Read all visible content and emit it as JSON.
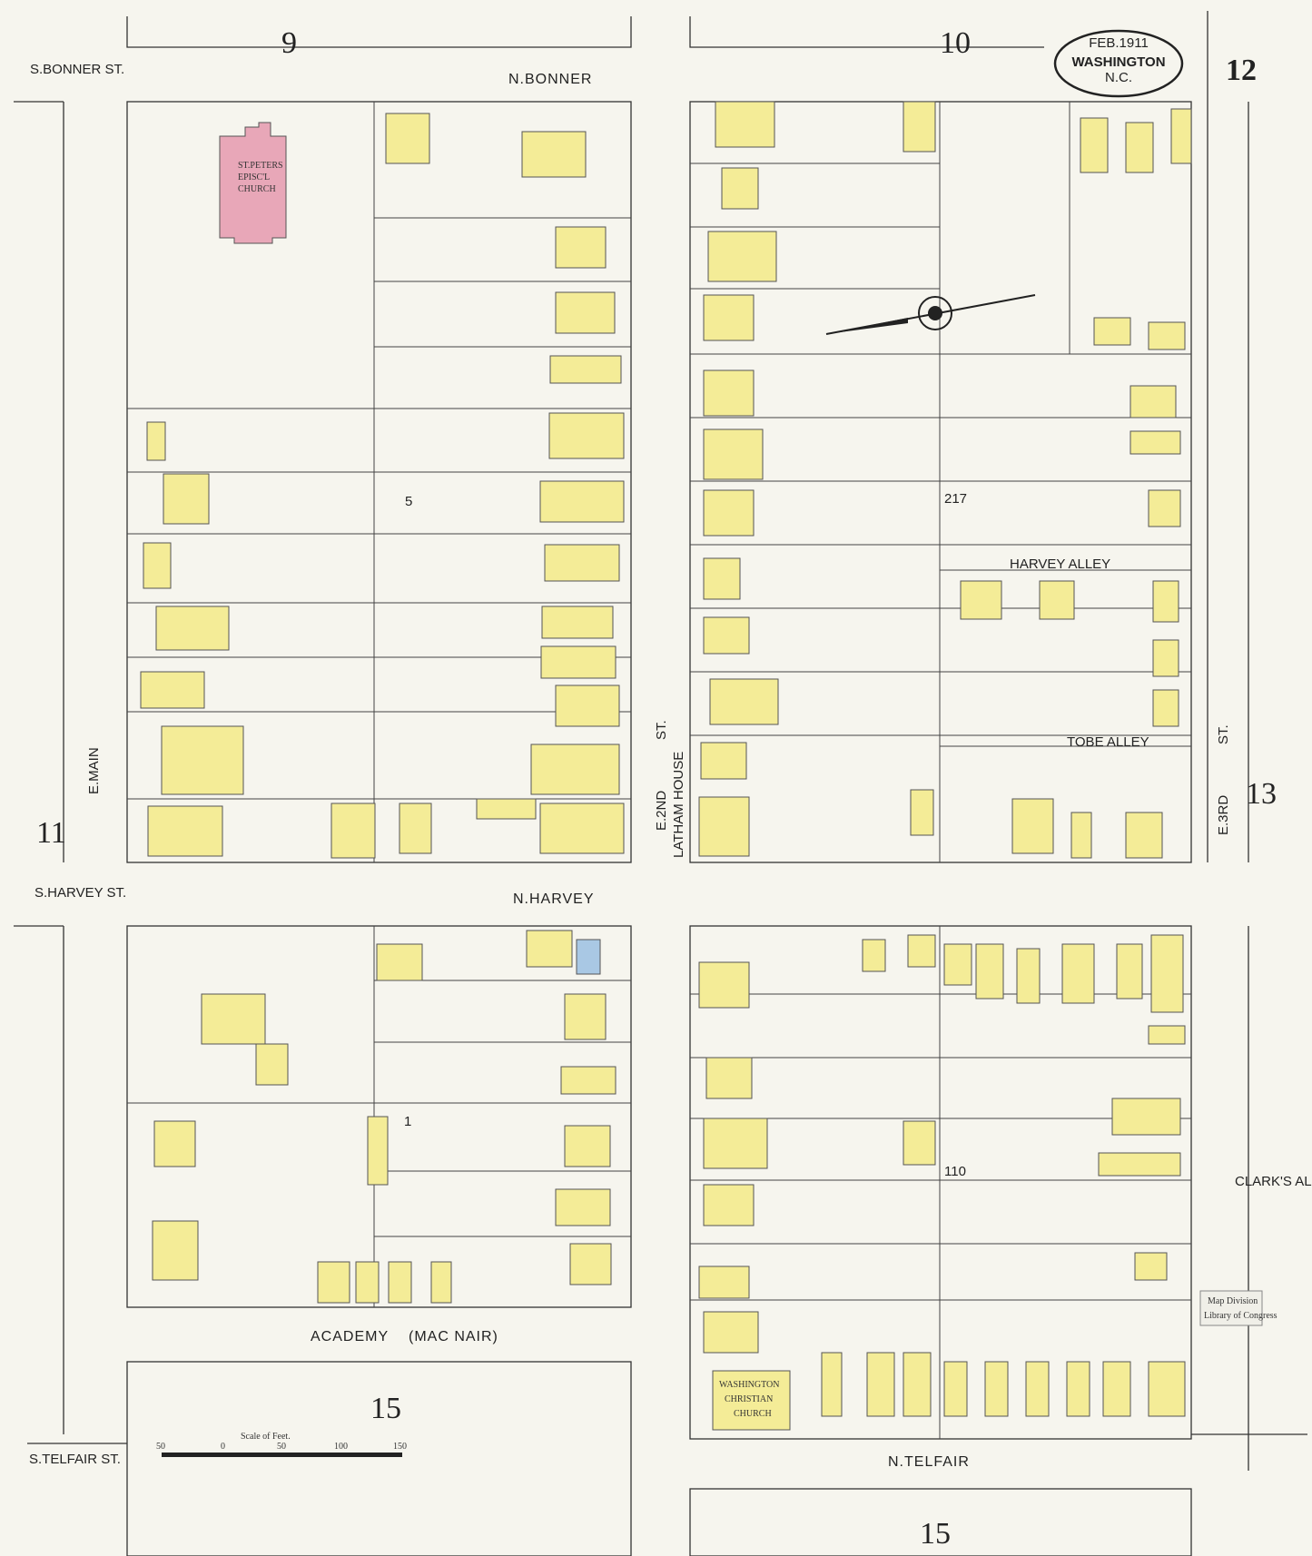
{
  "header": {
    "date": "FEB.1911",
    "city": "WASHINGTON",
    "state": "N.C.",
    "sheet_number": "12"
  },
  "adjacent_sheets": {
    "top_left": "9",
    "top_right": "10",
    "left": "11",
    "right": "13",
    "bottom_left": "15",
    "bottom_right": "15"
  },
  "streets": {
    "n_bonner": "N.BONNER",
    "s_bonner": "S.BONNER ST.",
    "n_harvey": "N.HARVEY",
    "s_harvey": "S.HARVEY ST.",
    "academy": "ACADEMY",
    "mac_nair": "(MAC NAIR)",
    "n_telfair": "N.TELFAIR",
    "s_telfair": "S.TELFAIR ST.",
    "e_main": "E.MAIN",
    "e_2nd": "E.2ND",
    "st": "ST.",
    "e_3rd": "E.3RD",
    "harvey_alley": "HARVEY ALLEY",
    "tobe_alley": "TOBE ALLEY",
    "clarks_alley": "CLARK'S ALLEY",
    "latham_house": "LATHAM HOUSE"
  },
  "block_numbers": [
    "5",
    "217",
    "1",
    "110"
  ],
  "landmarks": {
    "st_peters": [
      "ST.PETERS",
      "EPISC'L",
      "CHURCH"
    ],
    "christian_church": [
      "WASHINGTON",
      "CHRISTIAN",
      "CHURCH"
    ]
  },
  "scale": {
    "label": "Scale of Feet.",
    "ticks": [
      "50",
      "0",
      "50",
      "100",
      "150"
    ]
  },
  "stamp": [
    "Map Division",
    "Library of Congress"
  ],
  "colors": {
    "frame_dwelling": "#f4ec97",
    "brick": "#e8a7b8",
    "stone": "#a9c8e4",
    "paper": "#f6f5ee"
  }
}
